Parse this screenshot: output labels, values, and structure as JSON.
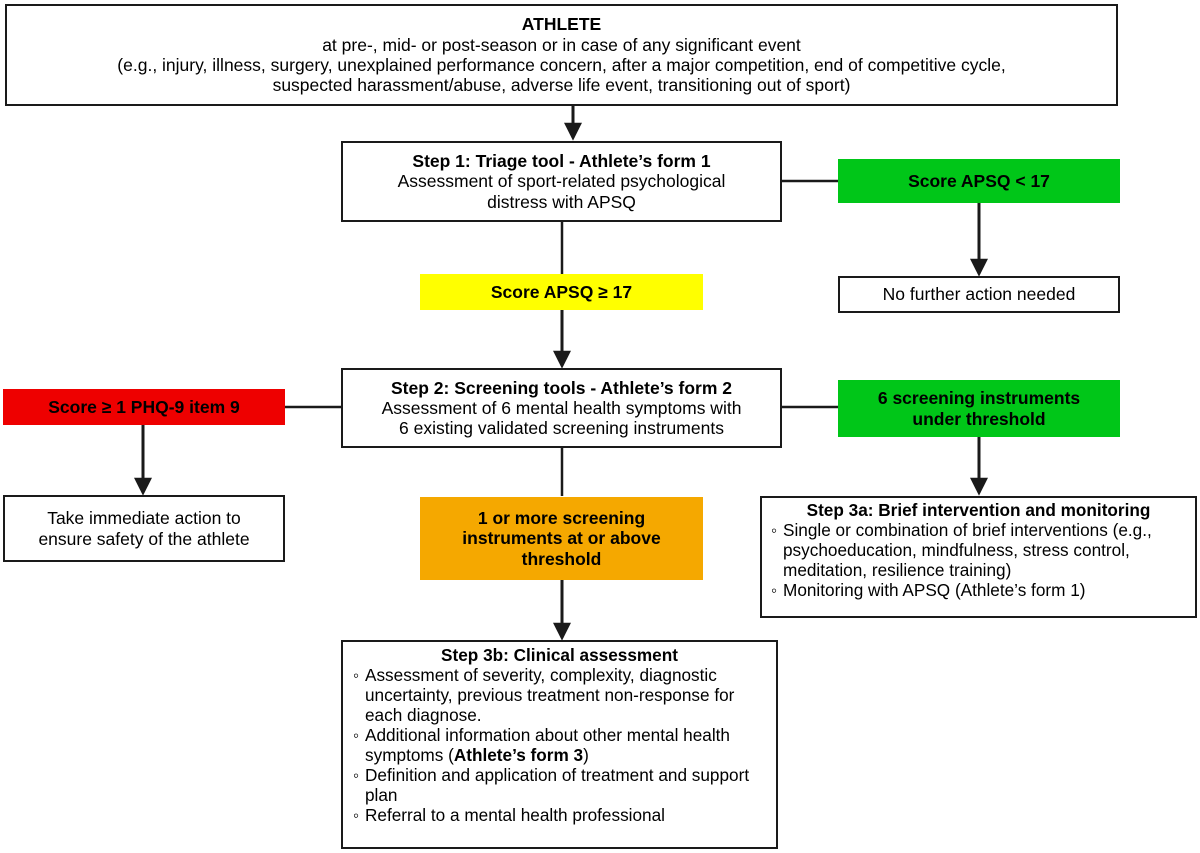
{
  "diagram": {
    "title": "Athlete mental health assessment flowchart",
    "colors": {
      "green": "#00c618",
      "yellow": "#ffff00",
      "orange": "#f5a800",
      "red": "#ee0000",
      "stroke": "#1a1a1a",
      "background": "#ffffff"
    },
    "nodes": {
      "athlete": {
        "heading": "ATHLETE",
        "line1": "at pre-, mid- or post-season or in case of any significant event",
        "line2": "(e.g., injury, illness, surgery, unexplained performance concern, after a major competition, end of competitive cycle,",
        "line3": "suspected harassment/abuse, adverse life event, transitioning out of sport)"
      },
      "step1": {
        "heading": "Step 1: Triage tool - Athlete’s form 1",
        "line1": "Assessment of sport-related psychological",
        "line2": "distress with APSQ"
      },
      "apsq_low": {
        "label": "Score APSQ < 17"
      },
      "no_action": {
        "label": "No further action needed"
      },
      "apsq_high": {
        "label": "Score APSQ ≥ 17"
      },
      "step2": {
        "heading": "Step 2: Screening tools - Athlete’s form 2",
        "line1": "Assessment of 6 mental health symptoms with",
        "line2": "6 existing validated screening instruments"
      },
      "phq9": {
        "label": "Score ≥ 1 PHQ-9 item 9"
      },
      "immediate_action": {
        "line1": "Take immediate action to",
        "line2": "ensure safety of the athlete"
      },
      "under_threshold": {
        "line1": "6 screening instruments",
        "line2": "under threshold"
      },
      "above_threshold": {
        "line1": "1 or more screening",
        "line2": "instruments at or above",
        "line3": "threshold"
      },
      "step3a": {
        "heading": "Step 3a: Brief intervention and monitoring",
        "bullets": [
          "Single or combination of brief interventions (e.g., psychoeducation, mindfulness, stress control, meditation, resilience training)",
          "Monitoring with APSQ (Athlete’s form 1)"
        ]
      },
      "step3b": {
        "heading": "Step 3b: Clinical assessment",
        "bullets": [
          "Assessment of severity, complexity, diagnostic uncertainty, previous treatment non-response for each diagnose.",
          "Additional information about other mental health symptoms (Athlete’s form 3)",
          "Definition and application of treatment and support plan",
          "Referral to a mental health professional"
        ],
        "bullet2_prefix": "Additional information about other mental health symptoms (",
        "bullet2_bold": "Athlete’s form 3",
        "bullet2_suffix": ")"
      }
    }
  }
}
